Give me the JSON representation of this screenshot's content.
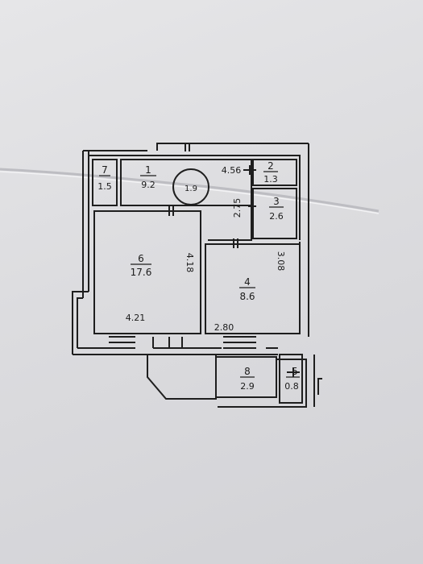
{
  "rooms": [
    {
      "number": "7",
      "area": "1.5"
    },
    {
      "number": "1",
      "area": "9.2"
    },
    {
      "number": "",
      "area": "1.9"
    },
    {
      "number": "2",
      "area": "1.3"
    },
    {
      "number": "3",
      "area": "2.6"
    },
    {
      "number": "6",
      "area": "17.6"
    },
    {
      "number": "4",
      "area": "8.6"
    },
    {
      "number": "8",
      "area": "2.9"
    },
    {
      "number": "5",
      "area": "0.8"
    }
  ],
  "dimensions": {
    "d1": "4.56",
    "d2": "2.75",
    "d3": "4.18",
    "d4": "3.08",
    "d5": "4.21",
    "d6": "2.80"
  }
}
